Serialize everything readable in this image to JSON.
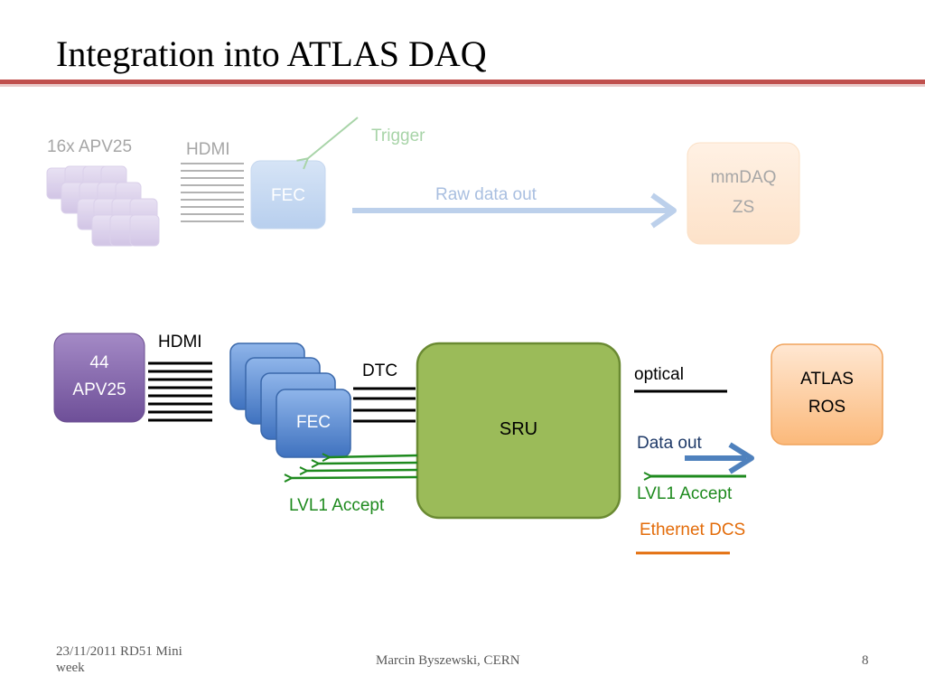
{
  "slide": {
    "title": "Integration into ATLAS DAQ"
  },
  "top_row": {
    "apv_label": "16x APV25",
    "hdmi_label": "HDMI",
    "fec_label": "FEC",
    "trigger_label": "Trigger",
    "raw_data_label": "Raw data out",
    "mmdaq_line1": "mmDAQ",
    "mmdaq_line2": "ZS"
  },
  "bottom_row": {
    "apv_line1": "44",
    "apv_line2": "APV25",
    "hdmi_label": "HDMI",
    "dtc_label": "DTC",
    "fec_label": "FEC",
    "sru_label": "SRU",
    "lvl1_left_label": "LVL1 Accept",
    "optical_label": "optical",
    "data_out_label": "Data out",
    "lvl1_right_label": "LVL1 Accept",
    "ethernet_label": "Ethernet DCS",
    "ros_line1": "ATLAS",
    "ros_line2": "ROS"
  },
  "footer": {
    "date_line1": "23/11/2011 RD51 Mini",
    "date_line2": "week",
    "author": "Marcin Byszewski, CERN",
    "page_number": "8"
  },
  "colors": {
    "title_rule": "#c0504d",
    "apv_purple": "#8064a2",
    "fec_blue": "#4f81bd",
    "sru_green": "#9bbb59",
    "ros_orange": "#f79646",
    "accept_green": "#1e8a1e",
    "data_blue": "#4f81bd",
    "ethernet_orange": "#e36c0a"
  }
}
